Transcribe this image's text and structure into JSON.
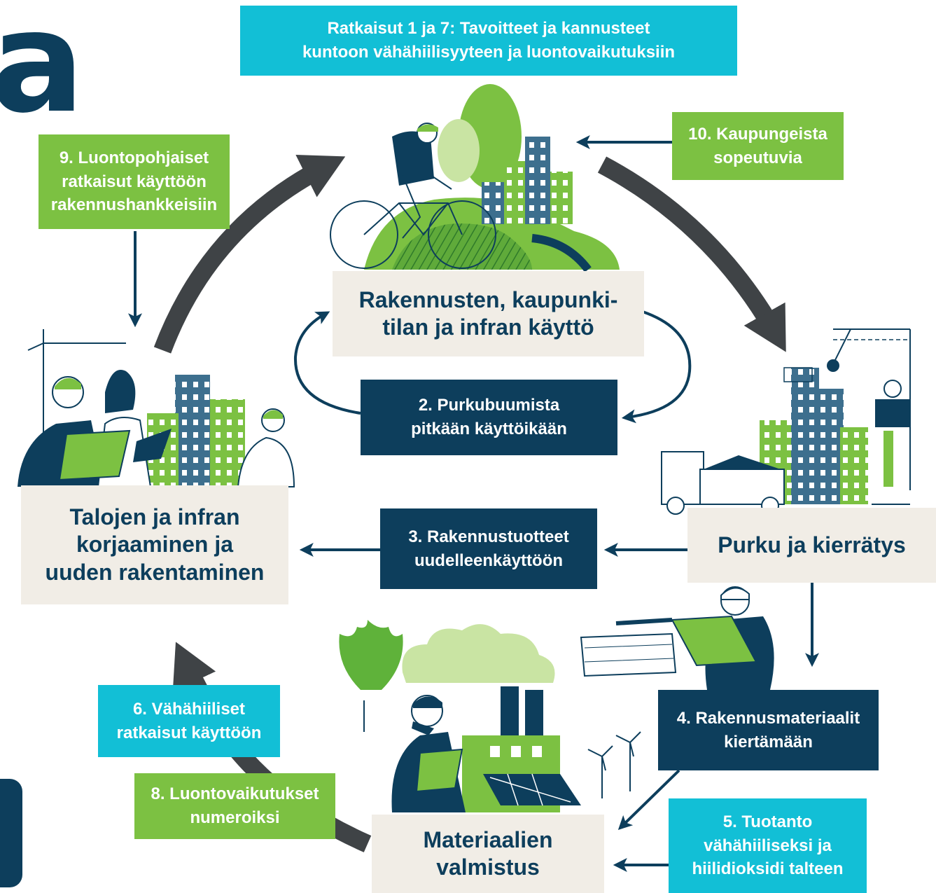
{
  "logo": {
    "letter": "a"
  },
  "top_banner": {
    "text": "Ratkaisut 1 ja 7: Tavoitteet ja kannusteet\nkuntoon vähähiilisyyteen ja luontovaikutuksiin"
  },
  "stages": {
    "use": "Rakennusten, kaupunki-\ntilan ja infran käyttö",
    "demolition": "Purku ja kierrätys",
    "manufacturing": "Materiaalien\nvalmistus",
    "construction": "Talojen ja infran\nkorjaaminen ja\nuuden rakentaminen"
  },
  "solutions": {
    "s2": "2. Purkubuumista\npitkään käyttöikään",
    "s3": "3. Rakennustuotteet\nuudelleenkäyttöön",
    "s4": "4. Rakennusmateriaalit\nkiertämään",
    "s5": "5. Tuotanto\nvähähiiliseksi ja\nhiilidioksidi talteen",
    "s6": "6. Vähähiiliset\nratkaisut käyttöön",
    "s8": "8. Luontovaikutukset\nnumeroiksi",
    "s9": "9. Luontopohjaiset\nratkaisut käyttöön\nrakennushankkeisiin",
    "s10": "10. Kaupungeista\nsopeutuvia"
  },
  "colors": {
    "navy": "#0d3e5c",
    "cyan": "#12bfd6",
    "green": "#7cc142",
    "light_green": "#c9e4a3",
    "beige": "#f1ede6",
    "dark_arrow": "#3f4346"
  }
}
